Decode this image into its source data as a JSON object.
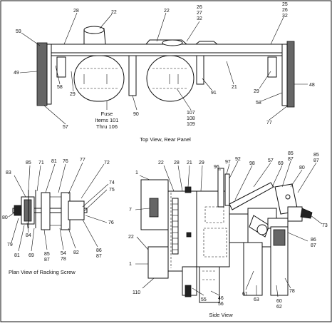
{
  "top_view": {
    "caption": "Top View, Rear Panel",
    "fuse_caption": [
      "Fuse",
      "Items 101",
      "Thru 106"
    ],
    "labels": {
      "l28": "28",
      "l22a": "22",
      "l22b": "22",
      "l26_27_32": [
        "26",
        "27",
        "32"
      ],
      "l25_26_32": [
        "25",
        "26",
        "32"
      ],
      "l59": "59",
      "l49": "49",
      "l58a": "58",
      "l29a": "29",
      "l57": "57",
      "l90": "90",
      "l107_108_109": [
        "107",
        "108",
        "109"
      ],
      "l91": "91",
      "l21": "21",
      "l29b": "29",
      "l58b": "58",
      "l77": "77",
      "l48": "48"
    }
  },
  "plan_view": {
    "caption": "Plan View of Racking Screw",
    "labels": {
      "l83": "83",
      "l85": "85",
      "l71": "71",
      "l81a": "81",
      "l76a": "76",
      "l77": "77",
      "l72": "72",
      "l74": "74",
      "l75": "75",
      "l76b": "76",
      "l80": "80",
      "l79": "79",
      "l84": "84",
      "l81b": "81",
      "l69": "69",
      "l85_87": [
        "85",
        "87"
      ],
      "l54_78": [
        "54",
        "78"
      ],
      "l82": "82",
      "l86_87": [
        "86",
        "87"
      ]
    }
  },
  "side_view": {
    "caption": "Side View",
    "labels": {
      "l1a": "1",
      "l22": "22",
      "l28": "28",
      "l21": "21",
      "l29": "29",
      "l96": "96",
      "l97": "97",
      "l92": "92",
      "l98": "98",
      "l57": "57",
      "l69": "69",
      "l85_87a": [
        "85",
        "87"
      ],
      "l80": "80",
      "l85_87b": [
        "85",
        "87"
      ],
      "l7": "7",
      "l73": "73",
      "l22b": "22",
      "l1b": "1",
      "l86_87": [
        "86",
        "87"
      ],
      "l110": "110",
      "l55": "55",
      "l46_56": [
        "46",
        "56"
      ],
      "l61": "61",
      "l63": "63",
      "l60_62": [
        "60",
        "62"
      ],
      "l78": "78"
    }
  }
}
